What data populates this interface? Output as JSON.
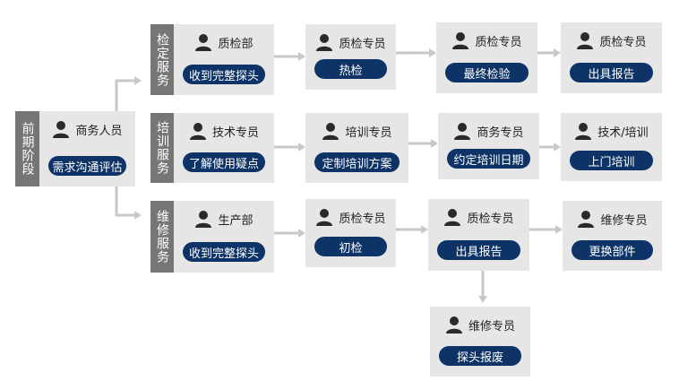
{
  "start": {
    "label": "前期阶段",
    "node": {
      "role": "商务人员",
      "action": "需求沟通评估"
    }
  },
  "lanes": [
    {
      "label": "检定服务",
      "steps": [
        {
          "role": "质检部",
          "action": "收到完整探头"
        },
        {
          "role": "质检专员",
          "action": "热检"
        },
        {
          "role": "质检专员",
          "action": "最终检验"
        },
        {
          "role": "质检专员",
          "action": "出具报告"
        }
      ]
    },
    {
      "label": "培训服务",
      "steps": [
        {
          "role": "技术专员",
          "action": "了解使用疑点"
        },
        {
          "role": "培训专员",
          "action": "定制培训方案"
        },
        {
          "role": "商务专员",
          "action": "约定培训日期"
        },
        {
          "role": "技术/培训",
          "action": "上门培训"
        }
      ]
    },
    {
      "label": "维修服务",
      "steps": [
        {
          "role": "生产部",
          "action": "收到完整探头"
        },
        {
          "role": "质检专员",
          "action": "初检"
        },
        {
          "role": "质检专员",
          "action": "出具报告"
        },
        {
          "role": "维修专员",
          "action": "更换部件"
        }
      ],
      "branch": {
        "role": "维修专员",
        "action": "探头报废"
      }
    }
  ],
  "colors": {
    "label_bg": "#767676",
    "node_bg": "#e6e6e6",
    "pill": "#0e3366",
    "arrow": "#c8c8c8",
    "icon": "#2a2a2a"
  },
  "icon": "person-icon"
}
